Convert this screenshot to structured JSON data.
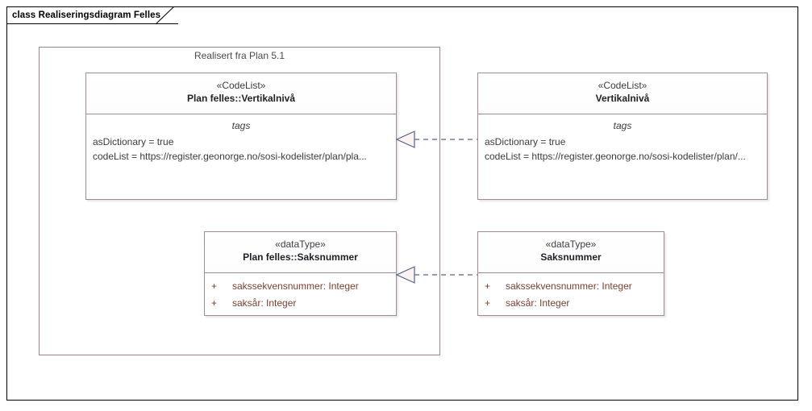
{
  "diagram": {
    "title": "class Realiseringsdiagram Felles",
    "package_label": "Realisert fra Plan 5.1",
    "border_color": "#000000",
    "package_border_color": "#9d8585",
    "class_border_color": "#a08c8c",
    "attribute_color": "#7b3f2e",
    "connector_color": "#53618c"
  },
  "classes": {
    "left_codelist": {
      "stereotype": "«CodeList»",
      "name": "Plan felles::Vertikalnivå",
      "compartment_title": "tags",
      "tags": [
        "asDictionary = true",
        "codeList = https://register.geonorge.no/sosi-kodelister/plan/pla..."
      ]
    },
    "right_codelist": {
      "stereotype": "«CodeList»",
      "name": "Vertikalnivå",
      "compartment_title": "tags",
      "tags": [
        "asDictionary = true",
        "codeList = https://register.geonorge.no/sosi-kodelister/plan/..."
      ]
    },
    "left_datatype": {
      "stereotype": "«dataType»",
      "name": "Plan felles::Saksnummer",
      "attributes": [
        {
          "visibility": "+",
          "text": "sakssekvensnummer: Integer"
        },
        {
          "visibility": "+",
          "text": "saksår: Integer"
        }
      ]
    },
    "right_datatype": {
      "stereotype": "«dataType»",
      "name": "Saksnummer",
      "attributes": [
        {
          "visibility": "+",
          "text": "sakssekvensnummer: Integer"
        },
        {
          "visibility": "+",
          "text": "saksår: Integer"
        }
      ]
    }
  },
  "connectors": [
    {
      "name": "realization-vertikalniva",
      "type": "realization",
      "from": "right_codelist",
      "to": "left_codelist"
    },
    {
      "name": "realization-saksnummer",
      "type": "realization",
      "from": "right_datatype",
      "to": "left_datatype"
    }
  ]
}
